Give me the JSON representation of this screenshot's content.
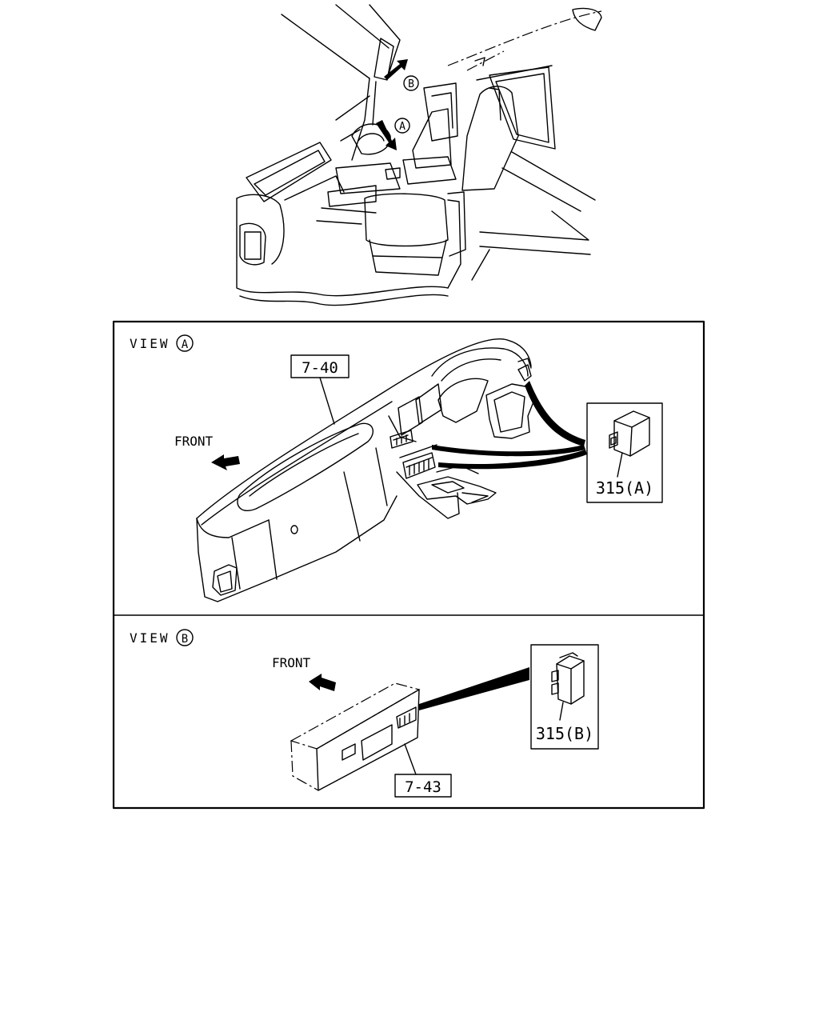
{
  "overview": {
    "callout_a": "A",
    "callout_b": "B"
  },
  "view_a": {
    "title_word": "VIEW",
    "title_letter": "A",
    "front_label": "FRONT",
    "part_label": "7-40",
    "component_label": "315(A)"
  },
  "view_b": {
    "title_word": "VIEW",
    "title_letter": "B",
    "front_label": "FRONT",
    "part_label": "7-43",
    "component_label": "315(B)"
  }
}
